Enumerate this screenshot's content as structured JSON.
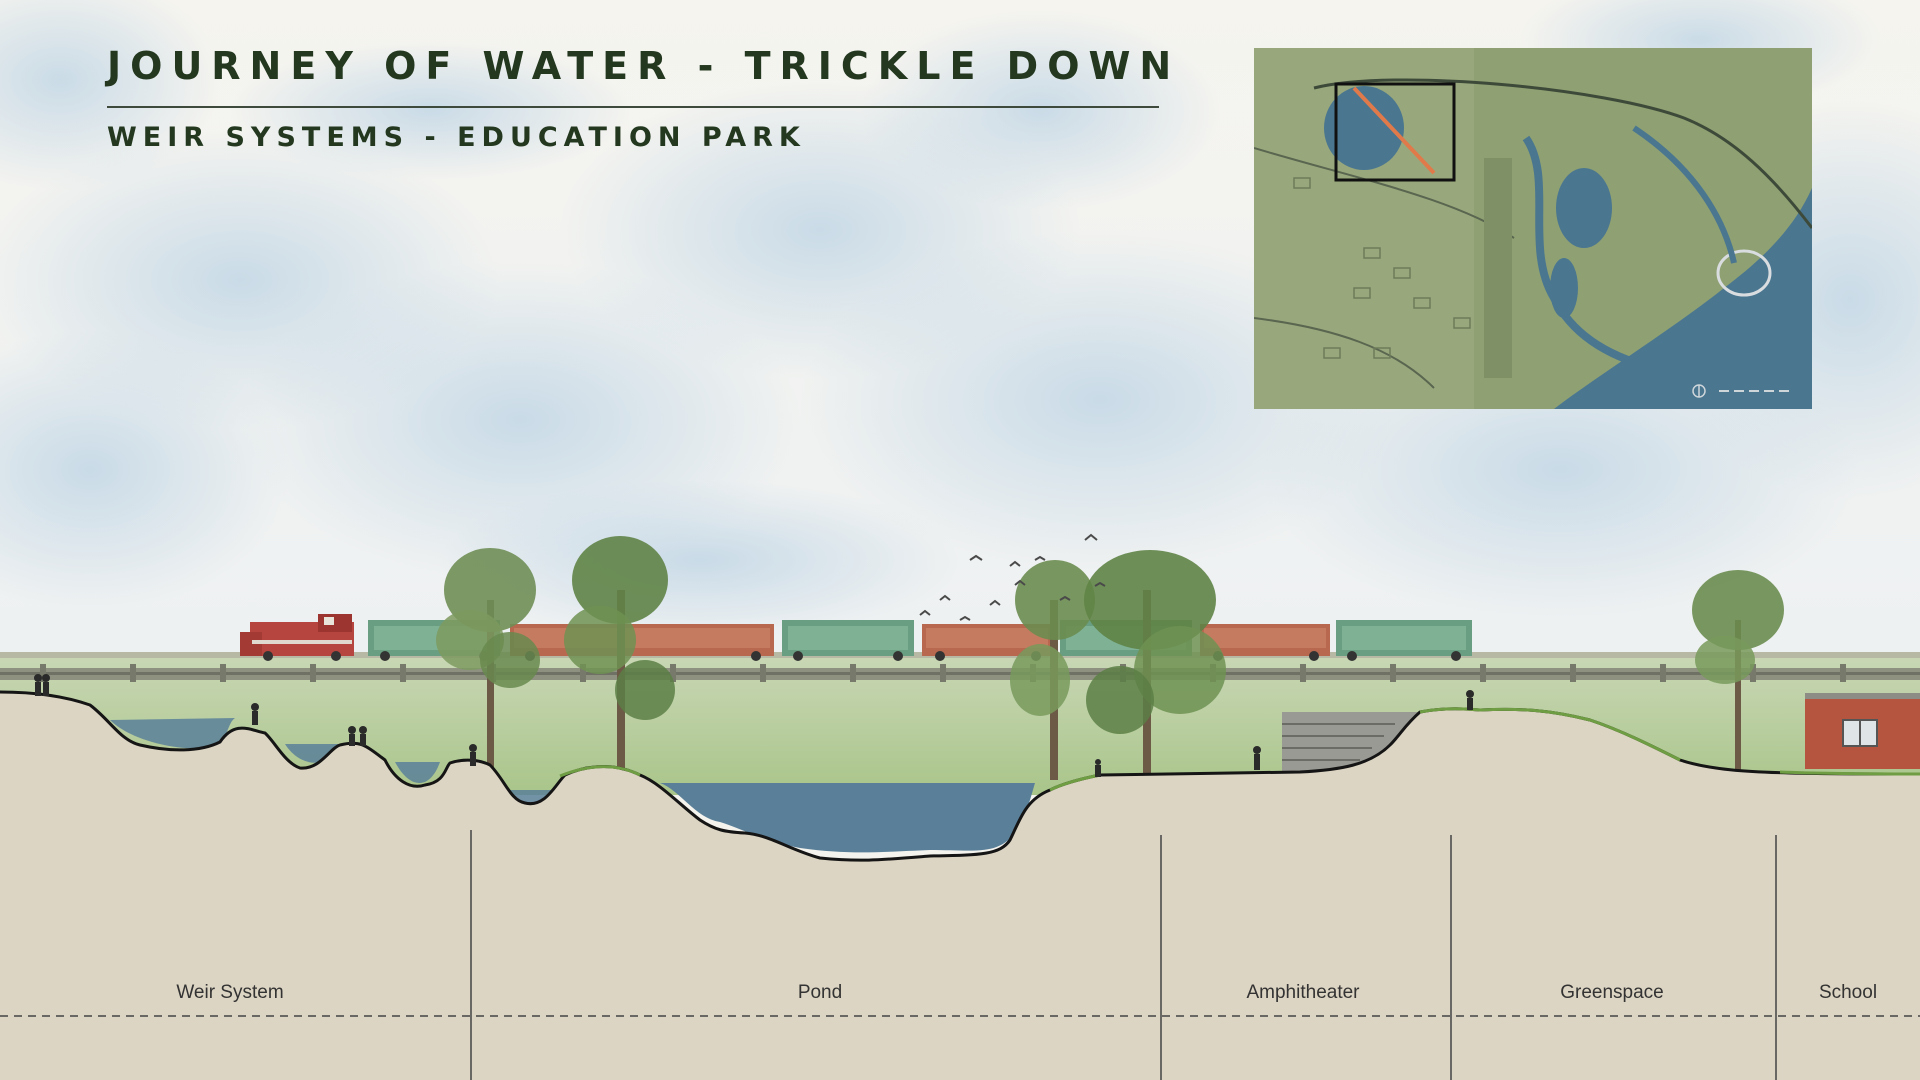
{
  "title": "JOURNEY OF WATER - TRICKLE DOWN",
  "subtitle": "WEIR SYSTEMS - EDUCATION PARK",
  "zones": [
    {
      "label": "Weir System"
    },
    {
      "label": "Pond"
    },
    {
      "label": "Amphitheater"
    },
    {
      "label": "Greenspace"
    },
    {
      "label": "School"
    }
  ],
  "colors": {
    "title_text": "#23381f",
    "ground": "#ddd5c3",
    "water": "#4f7690",
    "grass": "#8fb36b",
    "map_land": "#8fa172",
    "map_water": "#4a7690",
    "section_cut_marker": "#e07a4a"
  },
  "icons": [
    "train-locomotive-icon",
    "freight-car-icon",
    "bird-flock-icon",
    "tree-icon",
    "person-icon",
    "school-building-icon",
    "north-arrow-icon"
  ]
}
